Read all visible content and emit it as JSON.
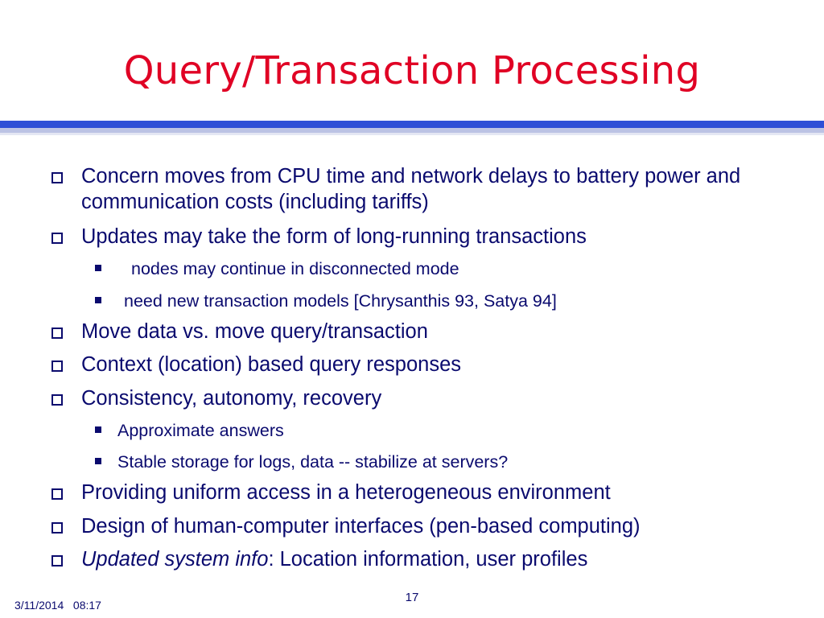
{
  "slide": {
    "title": "Query/Transaction Processing",
    "footer_date": "3/11/2014   08:17",
    "page_number": "17",
    "colors": {
      "title": "#e00024",
      "body_text": "#0a0a6e",
      "rule": "#2e4fd6"
    }
  },
  "bullets": [
    {
      "level": 1,
      "text": "Concern moves from CPU time and network delays to battery power and communication costs (including tariffs)"
    },
    {
      "level": 1,
      "text": "Updates may take the form of long-running transactions"
    },
    {
      "level": 2,
      "text": "nodes may continue in disconnected mode"
    },
    {
      "level": 2,
      "text": "need new transaction models [Chrysanthis 93, Satya 94]"
    },
    {
      "level": 1,
      "text": "Move data vs. move query/transaction"
    },
    {
      "level": 1,
      "text": "Context (location) based query responses"
    },
    {
      "level": 1,
      "text": "Consistency, autonomy, recovery"
    },
    {
      "level": 2,
      "text": "Approximate answers"
    },
    {
      "level": 2,
      "text": "Stable storage for logs, data -- stabilize at servers?"
    },
    {
      "level": 1,
      "text": "Providing uniform access in a heterogeneous environment"
    },
    {
      "level": 1,
      "text": "Design of human-computer interfaces (pen-based computing)"
    },
    {
      "level": 1,
      "italic_part": "Updated system info",
      "text": ": Location information, user profiles"
    }
  ]
}
